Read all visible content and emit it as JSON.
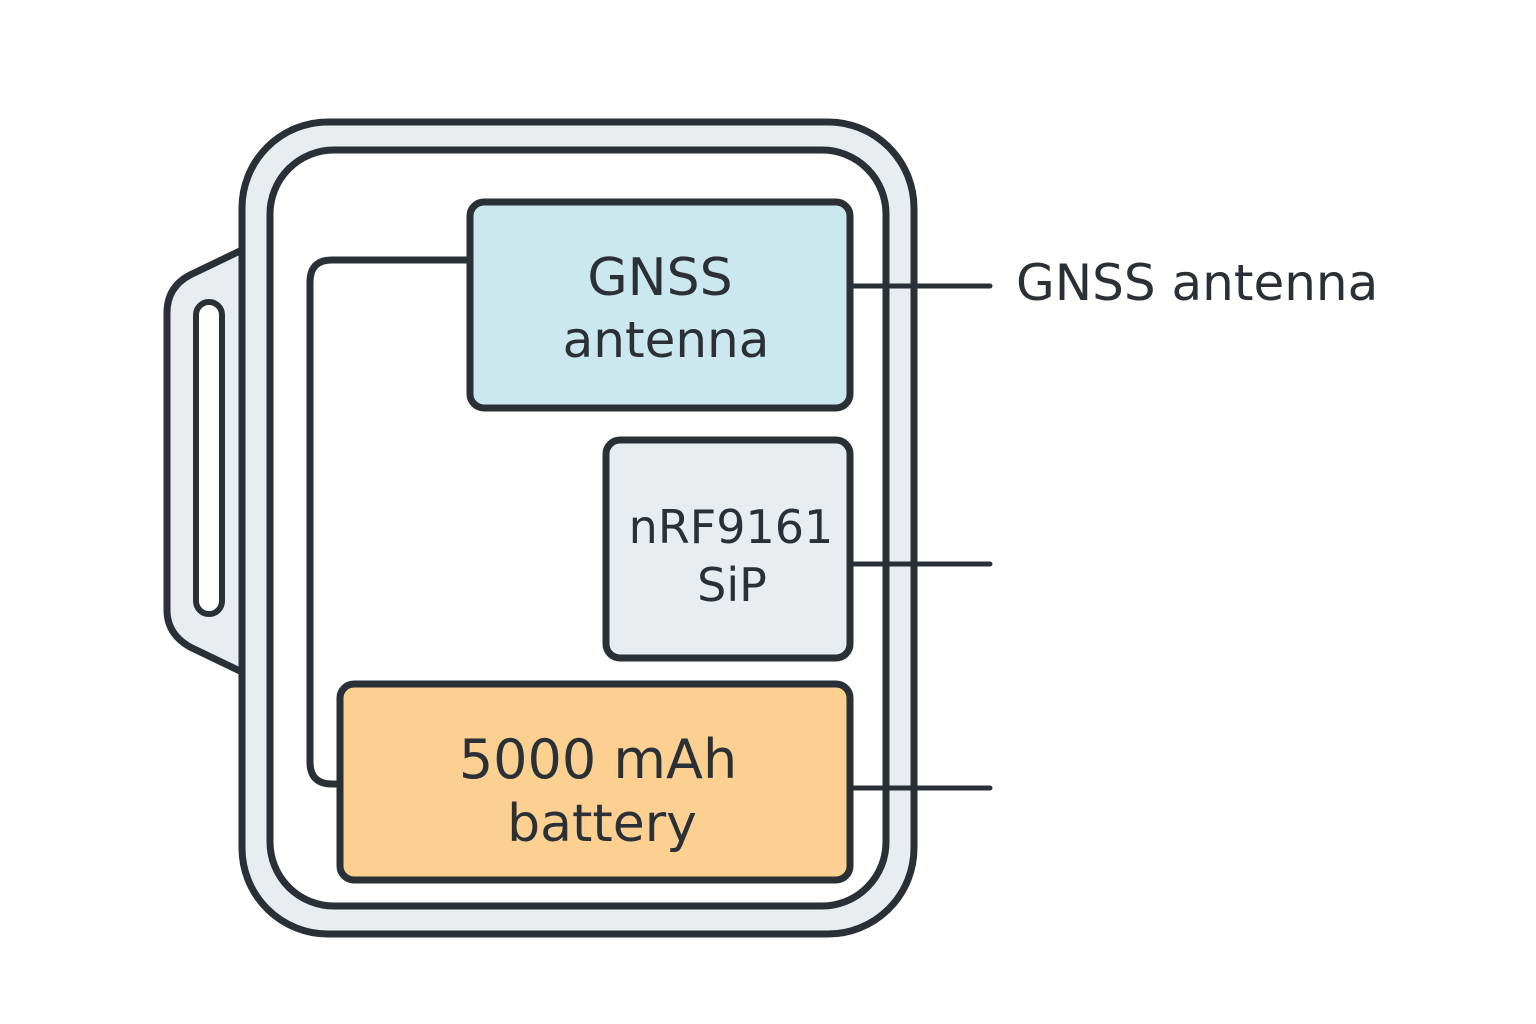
{
  "colors": {
    "outline": "#2b3036",
    "enclosure_fill": "#e9edf0",
    "gnss_fill": "#cce8ef",
    "soc_fill": "#e9edf0",
    "battery_fill": "#fcd091",
    "background": "#ffffff"
  },
  "components": {
    "gnss": {
      "line1": "GNSS",
      "line2": "antenna"
    },
    "soc": {
      "line1": "nRF9161",
      "line2": "SiP"
    },
    "battery": {
      "line1": "5000 mAh",
      "line2": "battery"
    }
  },
  "callouts": {
    "gnss_label": "GNSS antenna"
  }
}
